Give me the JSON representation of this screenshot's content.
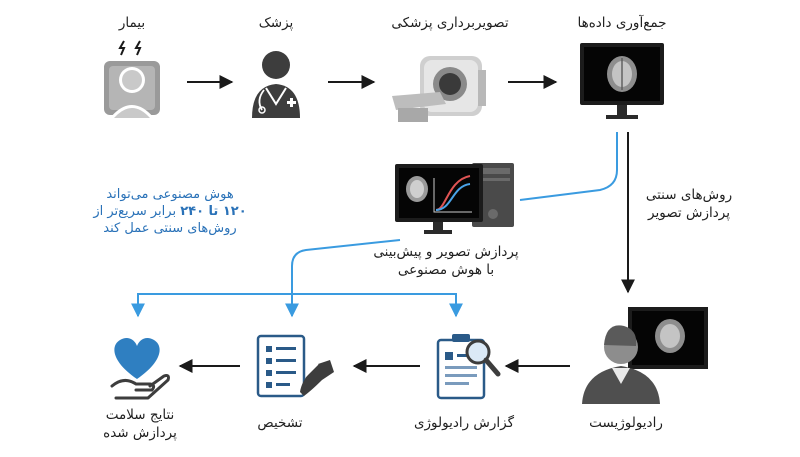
{
  "nodes": {
    "patient": "بیمار",
    "doctor": "پزشک",
    "imaging": "تصویربرداری پزشکی",
    "data_collection": "جمع‌آوری داده‌ها",
    "ai_processing": [
      "پردازش تصویر و پیش‌بینی",
      "با هوش مصنوعی"
    ],
    "radiologist": "رادیولوژیست",
    "report": "گزارش رادیولوژی",
    "diagnosis": "تشخیص",
    "health_results": [
      "نتایج سلامت",
      "پردازش شده"
    ]
  },
  "edge_labels": {
    "traditional": [
      "روش‌های سنتی",
      "پردازش تصویر"
    ]
  },
  "note": {
    "lines": [
      "هوش مصنوعی می‌تواند",
      "۱۲۰ تا ۲۴۰ برابر سریع‌تر از",
      "روش‌های سنتی عمل کند"
    ],
    "bold_part": "۱۲۰ تا ۲۴۰",
    "color": "#2a72b8"
  },
  "colors": {
    "arrow_black": "#1a1a1a",
    "arrow_blue": "#3a9be0",
    "icon_dark": "#3d3d3d",
    "heart_blue": "#2f7fc1"
  }
}
